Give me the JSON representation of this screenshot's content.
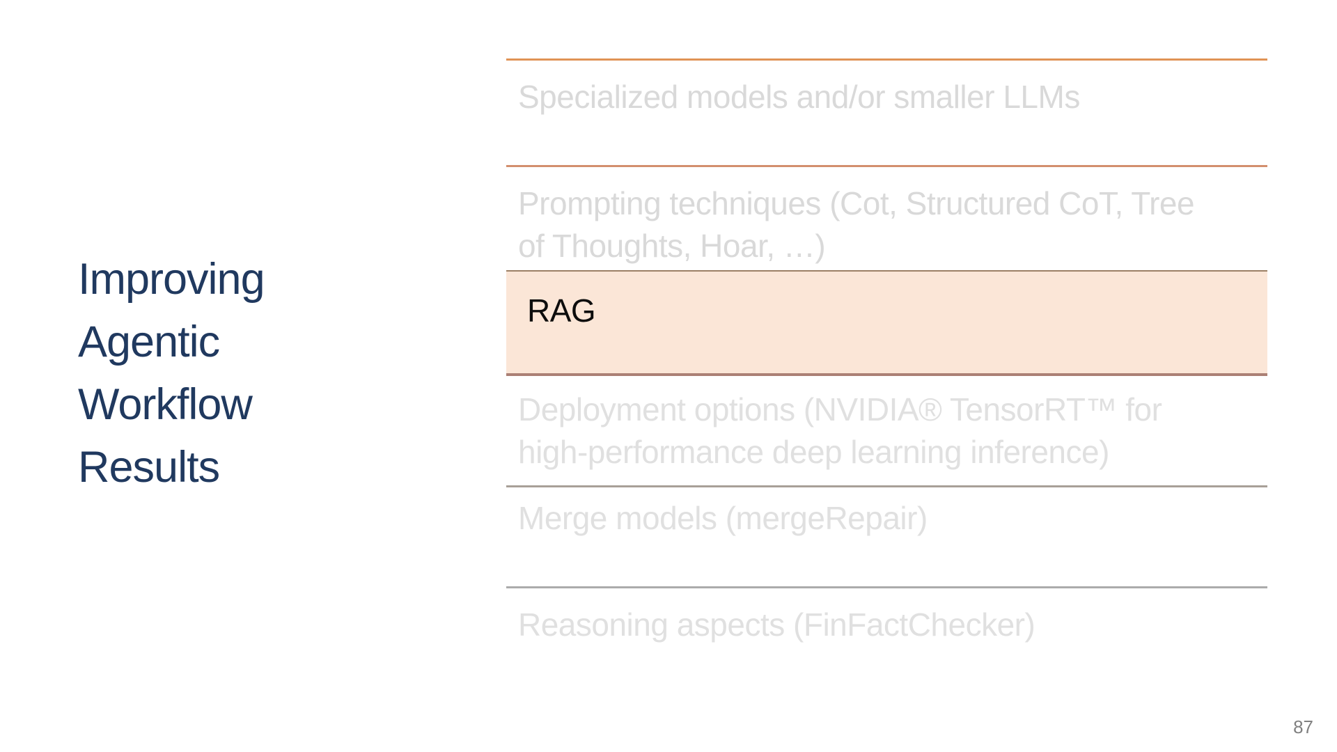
{
  "slide": {
    "title": {
      "text": "Improving Agentic Workflow Results",
      "lines": [
        "Improving",
        "Agentic",
        "Workflow",
        "Results"
      ]
    },
    "agenda": [
      {
        "id": "specialized-models",
        "label": "Specialized models and/or smaller LLMs",
        "lines": [
          "Specialized models and/or smaller LLMs"
        ],
        "highlighted": false
      },
      {
        "id": "prompting-techniques",
        "label": "Prompting techniques (Cot, Structured CoT, Tree of Thoughts, Hoar, …)",
        "lines": [
          "Prompting techniques (Cot, Structured CoT, Tree",
          "of Thoughts, Hoar, …)"
        ],
        "highlighted": false
      },
      {
        "id": "rag",
        "label": "RAG",
        "lines": [
          "RAG"
        ],
        "highlighted": true
      },
      {
        "id": "deployment-options",
        "label": "Deployment options (NVIDIA® TensorRT™ for high-performance deep learning inference)",
        "lines": [
          "Deployment options (NVIDIA® TensorRT™ for",
          "high-performance deep learning inference)"
        ],
        "highlighted": false
      },
      {
        "id": "merge-models",
        "label": "Merge models (mergeRepair)",
        "lines": [
          "Merge models (mergeRepair)"
        ],
        "highlighted": false
      },
      {
        "id": "reasoning-aspects",
        "label": "Reasoning aspects (FinFactChecker)",
        "lines": [
          "Reasoning aspects (FinFactChecker)"
        ],
        "highlighted": false
      }
    ],
    "page_number": "87",
    "colors": {
      "title": "#20395f",
      "dim1": "#d9d9d9",
      "dim2": "#e0e0e0",
      "line1": "#e09355",
      "line2": "#d38f6e",
      "rag-fill": "#fbe6d7",
      "rag-top": "#9b7f65",
      "rag-bottom": "#ab8075",
      "line4": "#a8a097",
      "line5": "#ababab",
      "page": "#808080"
    }
  }
}
